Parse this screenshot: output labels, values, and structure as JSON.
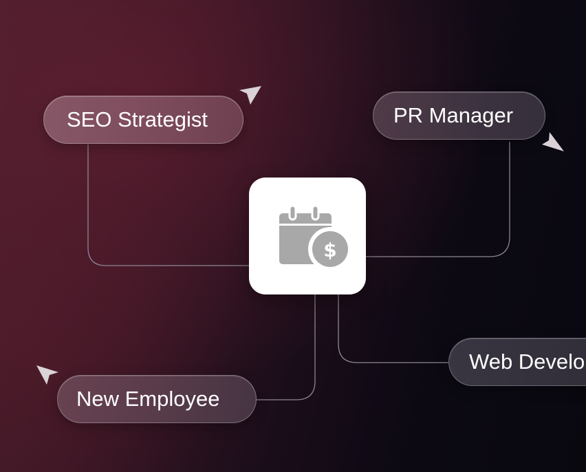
{
  "nodes": {
    "seo": {
      "label": "SEO Strategist"
    },
    "pr": {
      "label": "PR Manager"
    },
    "new_employee": {
      "label": "New Employee"
    },
    "web": {
      "label": "Web Developer"
    }
  },
  "hub": {
    "icon": "calendar-dollar-icon"
  },
  "decorations": {
    "pointer_icon": "cursor-arrow-icon"
  },
  "colors": {
    "text": "#ffffff",
    "connector": "#8e8794",
    "icon_gray": "#a8a8a8",
    "cursor": "#d9d2d6"
  }
}
